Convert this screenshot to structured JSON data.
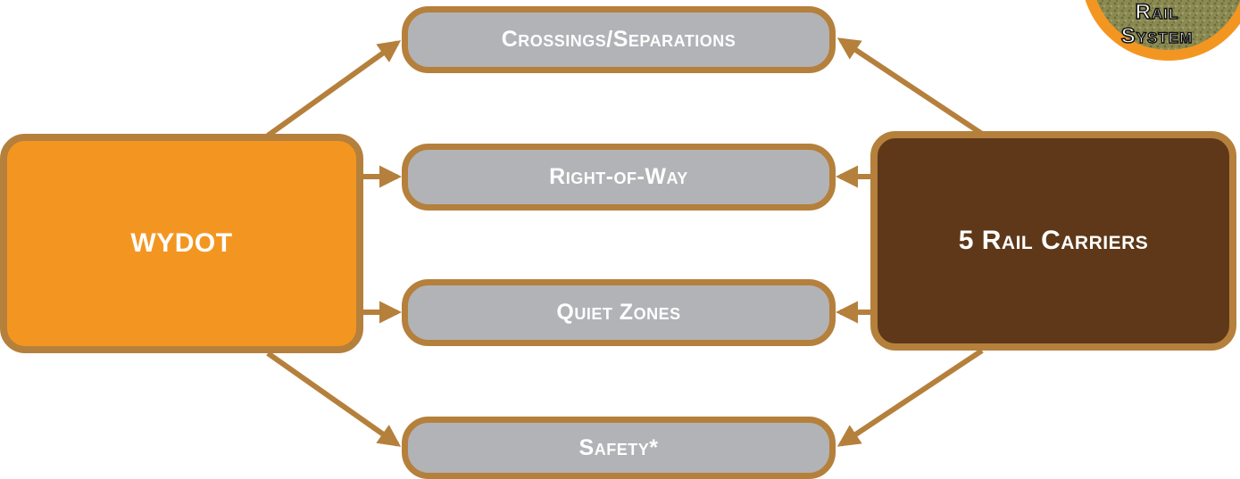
{
  "nodes": {
    "left": {
      "label": "WYDOT",
      "color": "#f39621"
    },
    "right": {
      "label": "5 Rail Carriers",
      "color": "#5e3818"
    }
  },
  "topics": [
    {
      "label": "Crossings/Separations"
    },
    {
      "label": "Right-of-Way"
    },
    {
      "label": "Quiet Zones"
    },
    {
      "label": "Safety*"
    }
  ],
  "badge": {
    "line1": "Rail",
    "line2": "System"
  },
  "colors": {
    "border": "#b5803c",
    "pill_fill": "#b2b3b6",
    "arrow": "#b5803c",
    "badge_ring": "#f39621"
  },
  "icons": [
    "badge-emblem-icon"
  ]
}
